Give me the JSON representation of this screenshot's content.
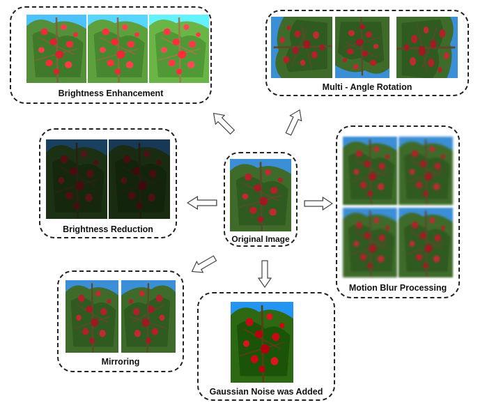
{
  "center": {
    "label": "Original Image"
  },
  "panels": {
    "brightness_enhancement": {
      "label": "Brightness Enhancement"
    },
    "multi_angle_rotation": {
      "label": "Multi - Angle Rotation"
    },
    "brightness_reduction": {
      "label": "Brightness Reduction"
    },
    "motion_blur": {
      "label": "Motion Blur Processing"
    },
    "mirroring": {
      "label": "Mirroring"
    },
    "gaussian_noise": {
      "label": "Gaussian Noise was Added"
    }
  },
  "colors": {
    "border": "#222222",
    "sky": "#3a8fd6",
    "foliage": "#3e6b2a",
    "apple": "#b3202a",
    "ground": "#b9b56a"
  }
}
